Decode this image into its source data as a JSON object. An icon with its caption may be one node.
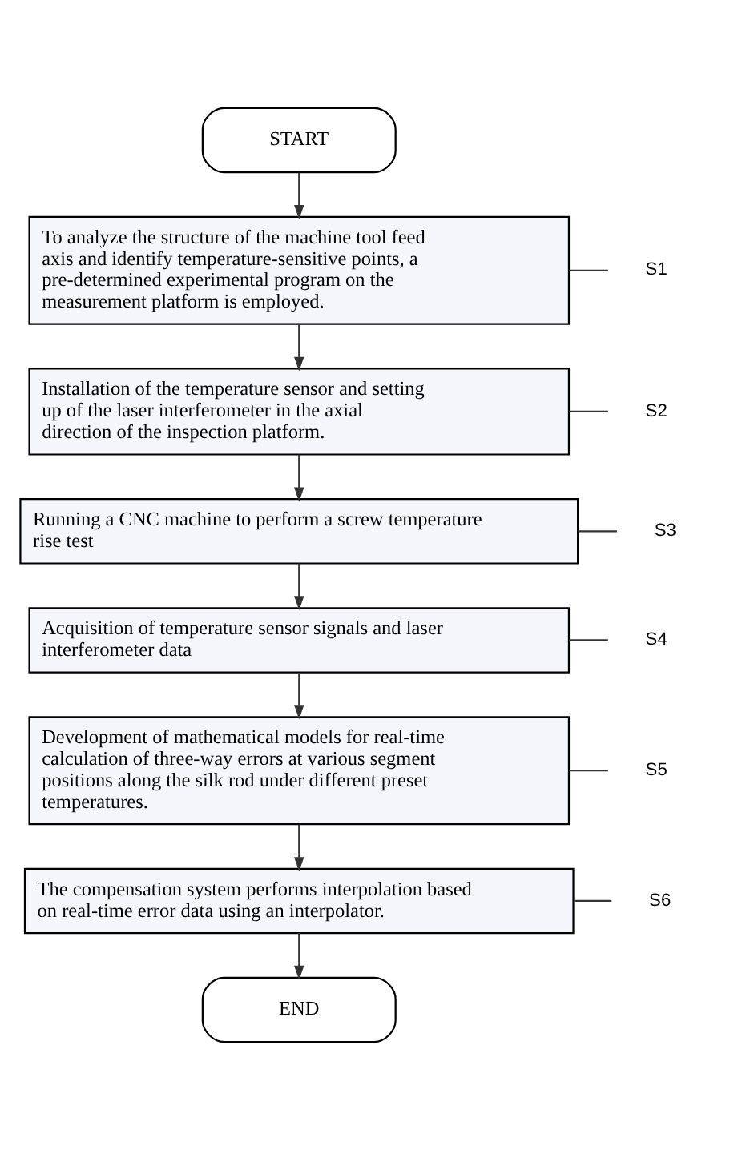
{
  "diagram": {
    "nodes": [
      {
        "text": [
          "START"
        ]
      },
      {
        "text": [
          "To analyze the structure of the machine tool feed axis and identify temperature-sensitive points, a pre-determined experimental program on the measurement platform is employed."
        ]
      },
      {
        "text": [
          "Installation of the temperature sensor and setting up of the laser interferometer in the axial direction of the inspection platform."
        ]
      },
      {
        "text": [
          "Running a CNC machine to perform a screw temperature rise test"
        ]
      },
      {
        "text": [
          "Acquisition of temperature sensor signals and laser interferometer data"
        ]
      },
      {
        "text": [
          "Development of mathematical models for real-time calculation of three-way errors at various segment positions along the silk rod under different preset temperatures."
        ]
      },
      {
        "text": [
          "The compensation system performs interpolation based on real-time error data using an interpolator."
        ]
      },
      {
        "text": [
          "END"
        ]
      },
      {
        "text": [
          "S1"
        ]
      },
      {
        "text": [
          "S2"
        ]
      },
      {
        "text": [
          "S3"
        ]
      },
      {
        "text": [
          "S4"
        ]
      },
      {
        "text": [
          "S5"
        ]
      },
      {
        "text": [
          "S6"
        ]
      }
    ],
    "edges": [
      {
        "from": 0,
        "to": 1,
        "arrow": "to"
      },
      {
        "from": 1,
        "to": 2,
        "arrow": "to"
      },
      {
        "from": 2,
        "to": 3,
        "arrow": "to"
      },
      {
        "from": 3,
        "to": 4,
        "arrow": "to"
      },
      {
        "from": 4,
        "to": 5,
        "arrow": "to"
      },
      {
        "from": 5,
        "to": 6,
        "arrow": "to"
      },
      {
        "from": 6,
        "to": 7,
        "arrow": "to"
      },
      {
        "from": 8,
        "to": 1,
        "arrow": "none"
      },
      {
        "from": 9,
        "to": 2,
        "arrow": "none"
      },
      {
        "from": 10,
        "to": 3,
        "arrow": "none"
      },
      {
        "from": 11,
        "to": 4,
        "arrow": "none"
      },
      {
        "from": 12,
        "to": 5,
        "arrow": "none"
      },
      {
        "from": 13,
        "to": 6,
        "arrow": "none"
      }
    ]
  }
}
